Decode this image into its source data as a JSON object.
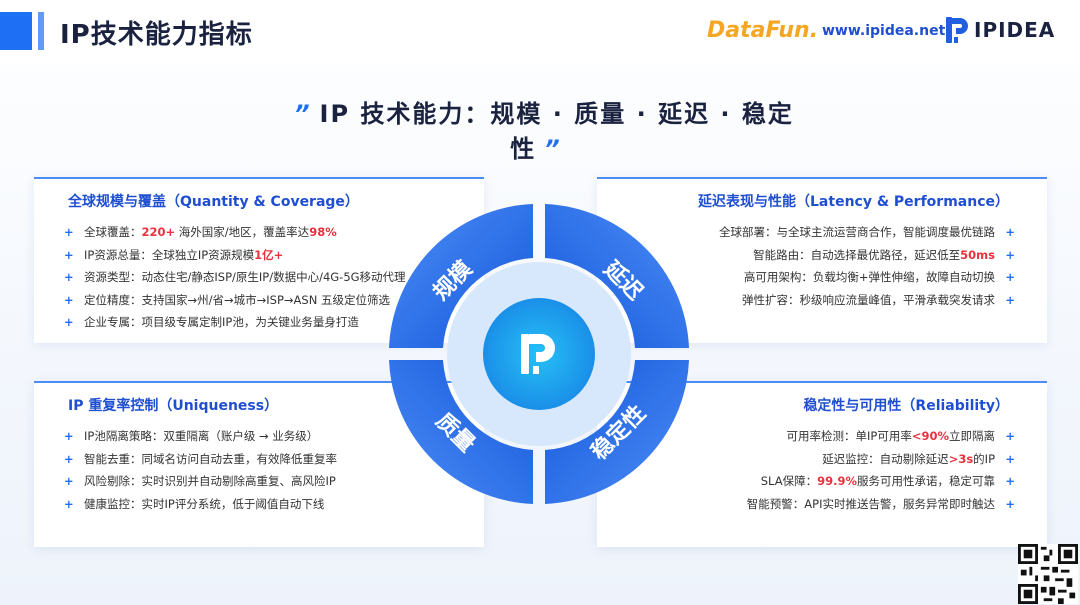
{
  "header": {
    "title": "IP技术能力指标",
    "datafun_logo": "DataFun.",
    "site_url": "www.ipidea.net",
    "brand": "IPIDEA"
  },
  "banner": {
    "open_quote": "”",
    "text": "IP 技术能力：规模 · 质量 · 延迟 · 稳定性",
    "close_quote": "”"
  },
  "ring": {
    "segments": [
      "规模",
      "延迟",
      "质量",
      "稳定性"
    ]
  },
  "colors": {
    "accent": "#1f6ff5",
    "title_blue": "#1f4fd0",
    "highlight_red": "#e8323c",
    "ring_dark": "#1a5fe0",
    "center_cyan": "#1aa9ef"
  },
  "cards": {
    "coverage": {
      "title": "全球规模与覆盖（Quantity & Coverage）",
      "items": [
        {
          "a": "全球覆盖：",
          "h1": "220+",
          "b": " 海外国家/地区，覆盖率达",
          "h2": "98%",
          "c": ""
        },
        {
          "a": "IP资源总量：全球独立IP资源规模",
          "h1": "1亿+",
          "b": "",
          "h2": "",
          "c": ""
        },
        {
          "a": "资源类型：动态住宅/静态ISP/原生IP/数据中心/4G-5G移动代理",
          "h1": "",
          "b": "",
          "h2": "",
          "c": ""
        },
        {
          "a": "定位精度：支持国家→州/省→城市→ISP→ASN 五级定位筛选",
          "h1": "",
          "b": "",
          "h2": "",
          "c": ""
        },
        {
          "a": "企业专属：项目级专属定制IP池，为关键业务量身打造",
          "h1": "",
          "b": "",
          "h2": "",
          "c": ""
        }
      ]
    },
    "latency": {
      "title": "延迟表现与性能（Latency & Performance）",
      "items": [
        {
          "a": "全球部署：与全球主流运营商合作，智能调度最优链路",
          "h1": "",
          "b": "",
          "h2": "",
          "c": ""
        },
        {
          "a": "智能路由：自动选择最优路径，延迟低至",
          "h1": "50ms",
          "b": "",
          "h2": "",
          "c": ""
        },
        {
          "a": "高可用架构：负载均衡+弹性伸缩，故障自动切换",
          "h1": "",
          "b": "",
          "h2": "",
          "c": ""
        },
        {
          "a": "弹性扩容：秒级响应流量峰值，平滑承载突发请求",
          "h1": "",
          "b": "",
          "h2": "",
          "c": ""
        }
      ]
    },
    "uniqueness": {
      "title": "IP 重复率控制（Uniqueness）",
      "items": [
        {
          "a": "IP池隔离策略：双重隔离（账户级 → 业务级）",
          "h1": "",
          "b": "",
          "h2": "",
          "c": ""
        },
        {
          "a": "智能去重：同域名访问自动去重，有效降低重复率",
          "h1": "",
          "b": "",
          "h2": "",
          "c": ""
        },
        {
          "a": "风险剔除：实时识别并自动剔除高重复、高风险IP",
          "h1": "",
          "b": "",
          "h2": "",
          "c": ""
        },
        {
          "a": "健康监控：实时IP评分系统，低于阈值自动下线",
          "h1": "",
          "b": "",
          "h2": "",
          "c": ""
        }
      ]
    },
    "reliability": {
      "title": "稳定性与可用性（Reliability）",
      "items": [
        {
          "a": "可用率检测：单IP可用率",
          "h1": "<90%",
          "b": "立即隔离",
          "h2": "",
          "c": ""
        },
        {
          "a": "延迟监控：自动剔除延迟",
          "h1": ">3s",
          "b": "的IP",
          "h2": "",
          "c": ""
        },
        {
          "a": "SLA保障：",
          "h1": "99.9%",
          "b": "服务可用性承诺，稳定可靠",
          "h2": "",
          "c": ""
        },
        {
          "a": "智能预警：API实时推送告警，服务异常即时触达",
          "h1": "",
          "b": "",
          "h2": "",
          "c": ""
        }
      ]
    }
  },
  "plus_glyph": "+",
  "qr": {
    "icon": "qr-code-icon"
  }
}
